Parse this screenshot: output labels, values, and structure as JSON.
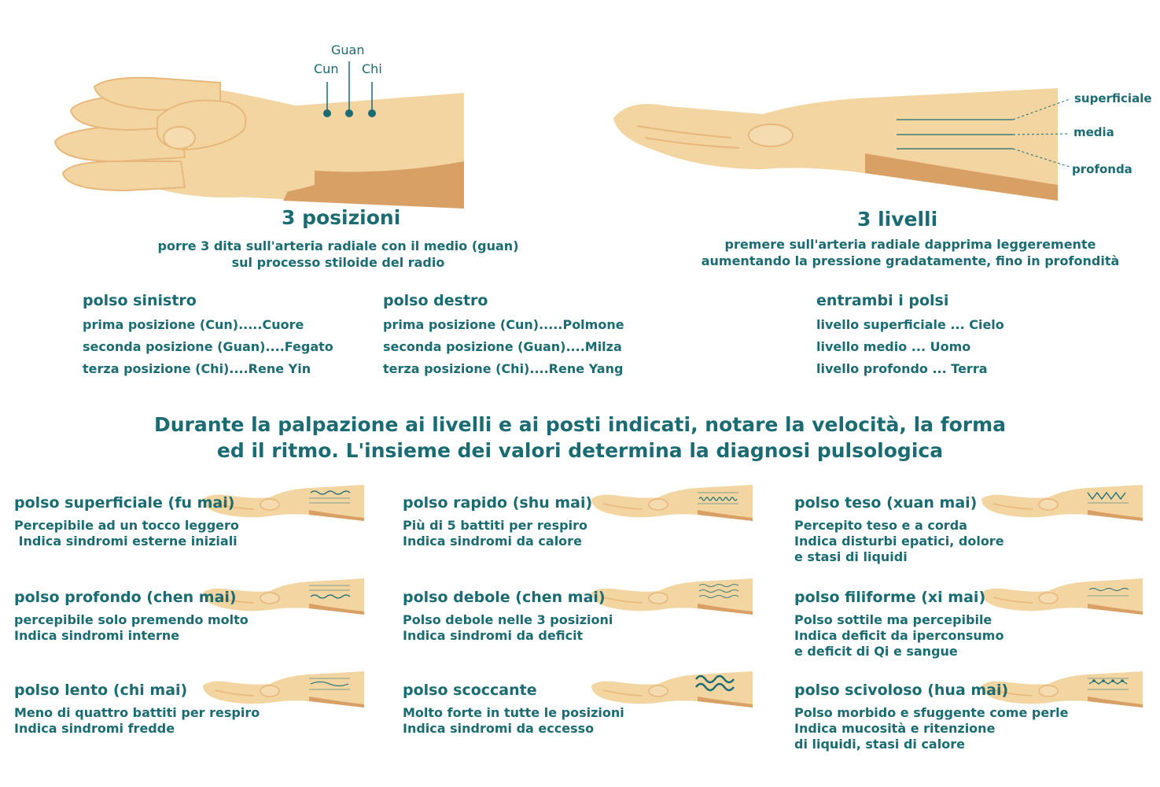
{
  "colors": {
    "accent": "#1a6b72",
    "skin": "#f3d5a2",
    "skin_shadow": "#d9a066",
    "skin_outline": "#e8b77c"
  },
  "positions_figure": {
    "labels": {
      "cun": "Cun",
      "guan": "Guan",
      "chi": "Chi"
    },
    "title": "3 posizioni",
    "desc": [
      "porre 3 dita sull'arteria radiale con il medio (guan)",
      "sul processo stiloide del radio"
    ]
  },
  "levels_figure": {
    "labels": {
      "superficiale": "superficiale",
      "media": "media",
      "profonda": "profonda"
    },
    "title": "3 livelli",
    "desc": [
      "premere sull'arteria radiale dapprima leggeremente",
      "aumentando la pressione gradatamente, fino in profondità"
    ]
  },
  "columns": [
    {
      "title": "polso sinistro",
      "lines": [
        "prima posizione (Cun).....Cuore",
        "seconda posizione (Guan)....Fegato",
        "terza posizione (Chi)....Rene Yin"
      ]
    },
    {
      "title": "polso destro",
      "lines": [
        "prima posizione (Cun).....Polmone",
        "seconda posizione (Guan)....Milza",
        "terza posizione (Chi)....Rene Yang"
      ]
    },
    {
      "title": "entrambi i polsi",
      "lines": [
        "livello superficiale ... Cielo",
        "livello medio ... Uomo",
        "livello profondo ... Terra"
      ]
    }
  ],
  "headline": [
    "Durante la palpazione ai livelli e ai posti indicati, notare la velocità, la forma",
    "ed il ritmo. L'insieme dei valori determina la diagnosi pulsologica"
  ],
  "pulses": [
    {
      "title": "polso superficiale (fu mai)",
      "desc": [
        "Percepibile ad un tocco leggero",
        " Indica sindromi esterne iniziali"
      ],
      "wave": "superficial"
    },
    {
      "title": "polso rapido (shu mai)",
      "desc": [
        "Più di 5 battiti per respiro",
        "Indica sindromi da calore"
      ],
      "wave": "rapid"
    },
    {
      "title": "polso teso (xuan mai)",
      "desc": [
        "Percepito teso e a corda",
        "Indica disturbi epatici, dolore",
        "e stasi di liquidi"
      ],
      "wave": "tense"
    },
    {
      "title": "polso profondo (chen mai)",
      "desc": [
        "percepibile solo premendo molto",
        "Indica sindromi interne"
      ],
      "wave": "deep"
    },
    {
      "title": "polso debole (chen mai)",
      "desc": [
        "Polso debole nelle 3 posizioni",
        "Indica sindromi da deficit"
      ],
      "wave": "weak"
    },
    {
      "title": "polso filiforme (xi mai)",
      "desc": [
        "Polso sottile ma percepibile",
        "Indica deficit da iperconsumo",
        "e deficit di Qi e sangue"
      ],
      "wave": "thread"
    },
    {
      "title": "polso lento (chi mai)",
      "desc": [
        "Meno di quattro battiti per respiro",
        "Indica sindromi fredde"
      ],
      "wave": "slow"
    },
    {
      "title": "polso scoccante",
      "desc": [
        "Molto forte in tutte le posizioni",
        "Indica sindromi da eccesso"
      ],
      "wave": "strong"
    },
    {
      "title": "polso scivoloso (hua mai)",
      "desc": [
        "Polso morbido e sfuggente come perle",
        "Indica mucosità e ritenzione",
        "di liquidi, stasi di calore"
      ],
      "wave": "slippery"
    }
  ]
}
